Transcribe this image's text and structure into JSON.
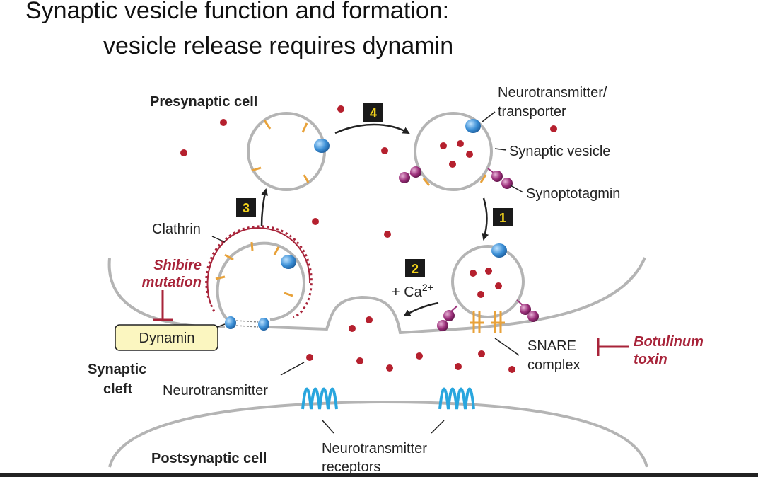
{
  "slide": {
    "title_line1": "Synaptic vesicle function and formation:",
    "title_line2": "vesicle release requires dynamin"
  },
  "labels": {
    "presynaptic": "Presynaptic cell",
    "neurotransmitter_transporter_1": "Neurotransmitter/",
    "neurotransmitter_transporter_2": "transporter",
    "synaptic_vesicle": "Synaptic vesicle",
    "synoptotagmin": "Synoptotagmin",
    "clathrin": "Clathrin",
    "shibire_1": "Shibire",
    "shibire_2": "mutation",
    "dynamin": "Dynamin",
    "calcium_prefix": "+ Ca",
    "calcium_sup": "2+",
    "snare_1": "SNARE",
    "snare_2": "complex",
    "botulinum_1": "Botulinum",
    "botulinum_2": "toxin",
    "synaptic_cleft_1": "Synaptic",
    "synaptic_cleft_2": "cleft",
    "neurotransmitter": "Neurotransmitter",
    "receptors_1": "Neurotransmitter",
    "receptors_2": "receptors",
    "postsynaptic": "Postsynaptic cell"
  },
  "steps": [
    "1",
    "2",
    "3",
    "4"
  ],
  "colors": {
    "membrane": "#b4b4b4",
    "neurotransmitter_dot": "#b5202e",
    "transporter_blue": "#3b8fd6",
    "synaptotagmin_purple": "#9b2f7a",
    "clathrin_red": "#a8243a",
    "clathrin_leg_orange": "#e8a23a",
    "receptor_cyan": "#29a6de",
    "dynamin_box": "#fbf6c0",
    "step_box": "#1a1a1a",
    "step_text": "#f2d21b"
  }
}
